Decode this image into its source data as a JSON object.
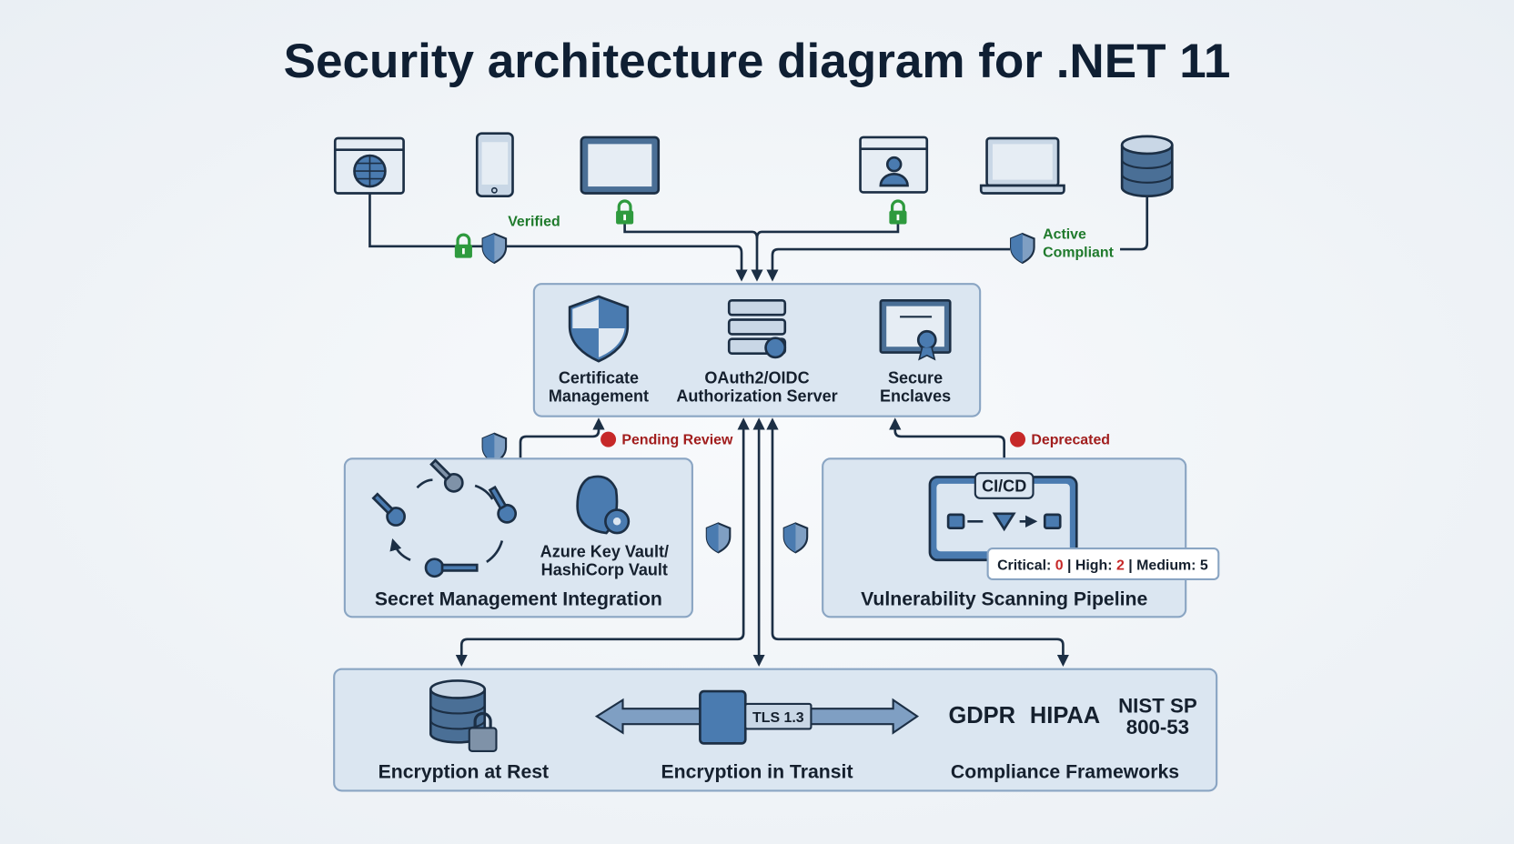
{
  "title": "Security architecture diagram for .NET 11",
  "clients": {
    "icons": [
      "browser-globe-icon",
      "mobile-phone-icon",
      "tablet-icon",
      "user-profile-window-icon",
      "laptop-icon",
      "database-icon"
    ],
    "verified_label": "Verified",
    "active_label": "Active",
    "compliant_label": "Compliant"
  },
  "core": {
    "certificate_line1": "Certificate",
    "certificate_line2": "Management",
    "oauth_line1": "OAuth2/OIDC",
    "oauth_line2": "Authorization Server",
    "enclaves_line1": "Secure",
    "enclaves_line2": "Enclaves"
  },
  "statuses": {
    "pending": "Pending Review",
    "deprecated": "Deprecated"
  },
  "secret": {
    "vault_line1": "Azure Key Vault/",
    "vault_line2": "HashiCorp Vault",
    "title": "Secret Management Integration"
  },
  "vuln": {
    "cicd": "CI/CD",
    "critical_label": "Critical:",
    "critical_value": "0",
    "high_label": "High:",
    "high_value": "2",
    "medium_label": "Medium: 5",
    "title": "Vulnerability Scanning Pipeline"
  },
  "bottom": {
    "rest": "Encryption at Rest",
    "tls": "TLS 1.3",
    "transit": "Encryption in Transit",
    "gdpr": "GDPR",
    "hipaa": "HIPAA",
    "nist_line1": "NIST SP",
    "nist_line2": "800-53",
    "compliance": "Compliance Frameworks"
  },
  "colors": {
    "accent": "#4a7bb0",
    "ok": "#2e9a3e",
    "alert": "#c62828",
    "ink": "#15202e"
  }
}
